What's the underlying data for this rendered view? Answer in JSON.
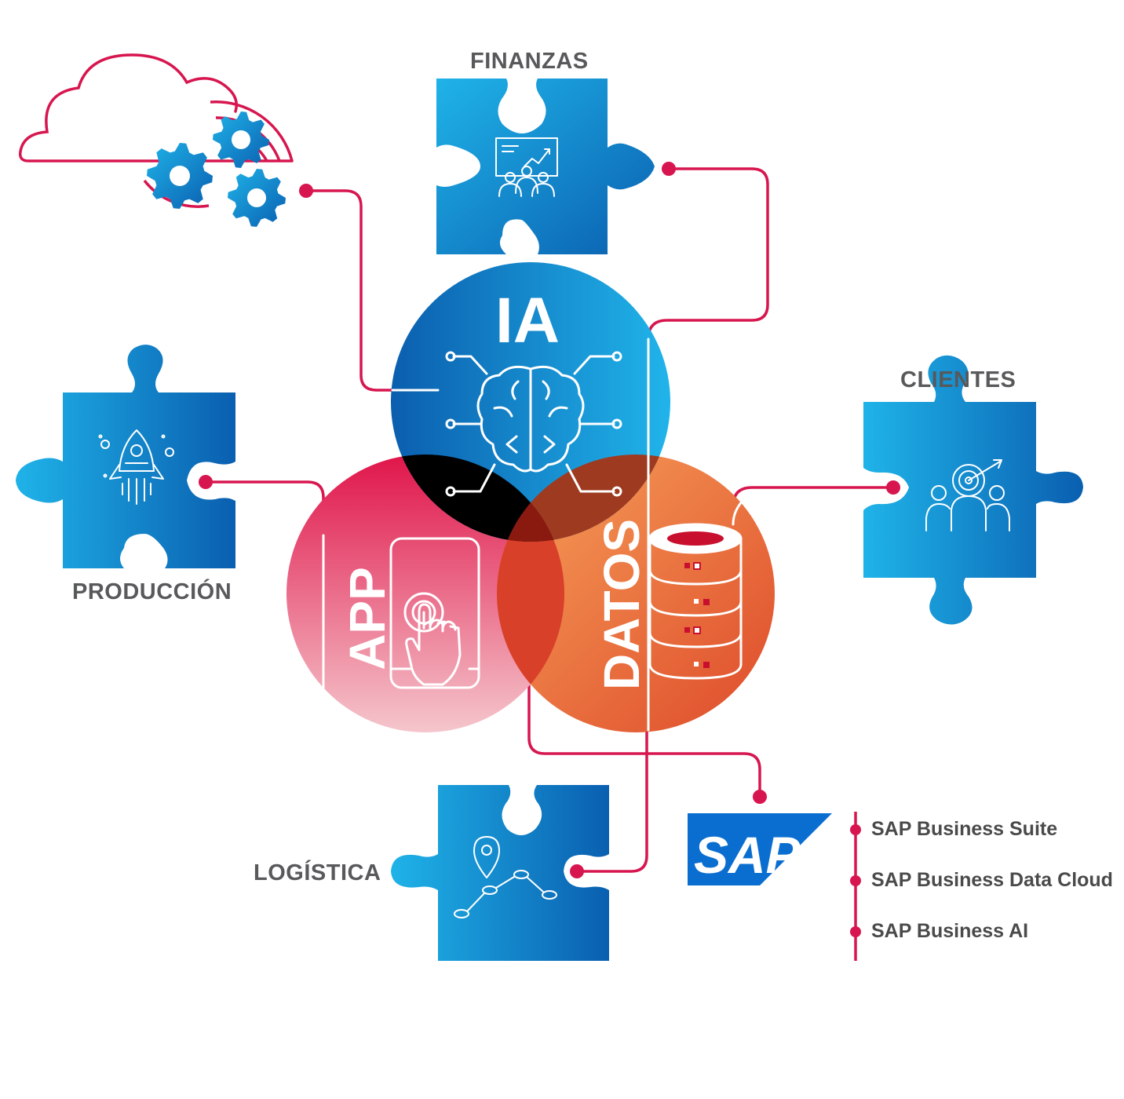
{
  "circles": {
    "ia": "IA",
    "app": "APP",
    "datos": "DATOS"
  },
  "areas": {
    "finanzas": "FINANZAS",
    "clientes": "CLIENTES",
    "produccion": "PRODUCCIÓN",
    "logistica": "LOGÍSTICA"
  },
  "sap": {
    "logo": "SAP",
    "items": [
      "SAP Business Suite",
      "SAP Business Data Cloud",
      "SAP Business AI"
    ]
  },
  "colors": {
    "puzzle_light": "#1fb3e8",
    "puzzle_dark": "#0a5fb0",
    "connector": "#d7164f",
    "ia_circle": "#0a66b8",
    "app_circle": "#e2194c",
    "datos_circle": "#e8572c",
    "label_gray": "#58595b"
  },
  "icons": [
    "cloud-gears-icon",
    "presentation-growth-icon",
    "rocket-icon",
    "target-customers-icon",
    "route-map-icon",
    "brain-circuit-icon",
    "touch-phone-icon",
    "database-icon"
  ]
}
